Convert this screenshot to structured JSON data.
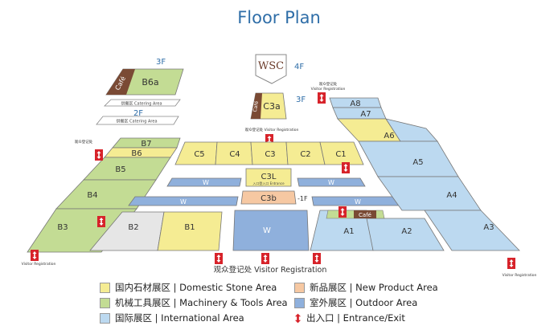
{
  "title": "Floor Plan",
  "colors": {
    "domestic": "#f5ec93",
    "machinery": "#c3dc94",
    "international": "#bcd9f0",
    "new_product": "#f6c8a2",
    "outdoor": "#8fb0dc",
    "entrance": "#d7232a",
    "cafe": "#7a4a34",
    "gray": "#e6e6e6"
  },
  "floors": {
    "f4": "4F",
    "f3_left": "3F",
    "f3_center": "3F",
    "f2": "2F",
    "f1_minus": "-1F"
  },
  "wsc": {
    "label": "WSC"
  },
  "catering": {
    "upper": "供餐区 Catering Area",
    "lower": "供餐区 Catering Area"
  },
  "cafe_label": "Café",
  "halls": {
    "B6a": "B6a",
    "C3a": "C3a",
    "B7": "B7",
    "B6": "B6",
    "B5": "B5",
    "B4": "B4",
    "B3": "B3",
    "B2": "B2",
    "B1": "B1",
    "C5": "C5",
    "C4": "C4",
    "C3": "C3",
    "C2": "C2",
    "C1": "C1",
    "C3L": "C3L",
    "C3L_sub": "入口登入口 Entrance",
    "C3b": "C3b",
    "W": "W",
    "A8": "A8",
    "A7": "A7",
    "A6": "A6",
    "A5": "A5",
    "A4": "A4",
    "A3": "A3",
    "A2": "A2",
    "A1": "A1"
  },
  "registration": {
    "main": "观众登记处 Visitor Registration",
    "short_cn": "观众登记处",
    "short_en": "Visitor Registration"
  },
  "legend": {
    "domestic": "国内石材展区 | Domestic Stone Area",
    "machinery": "机械工具展区 | Machinery & Tools Area",
    "international": "国际展区 | International Area",
    "new_product": "新品展区 | New Product Area",
    "outdoor": "室外展区 | Outdoor Area",
    "entrance": "出入口 | Entrance/Exit"
  }
}
